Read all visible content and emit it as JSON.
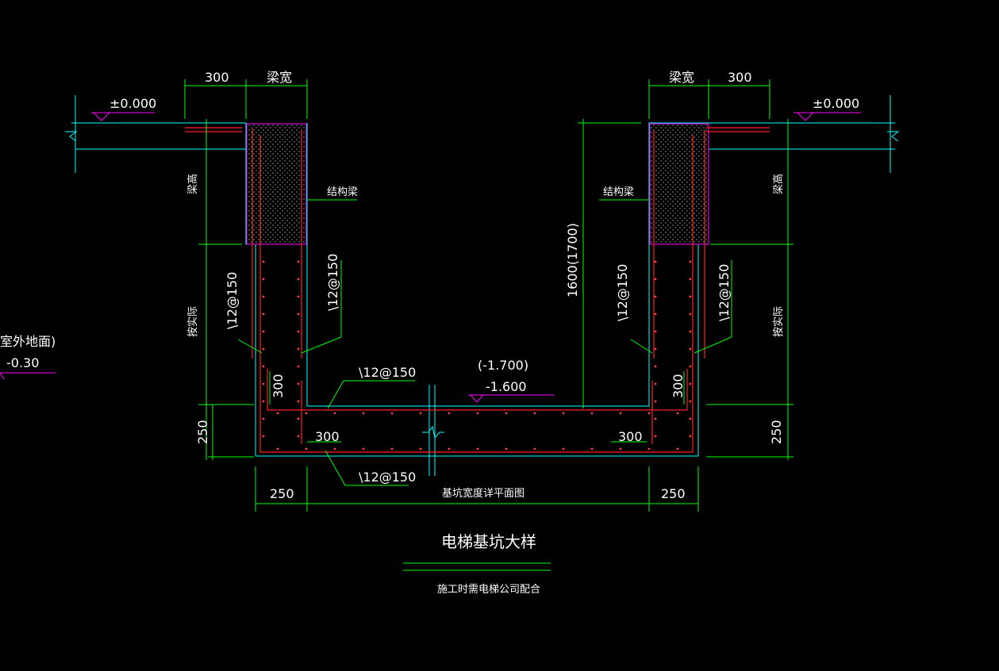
{
  "drawing": {
    "title": "电梯基坑大样",
    "note": "施工时需电梯公司配合",
    "plan_note": "基坑宽度详平面图",
    "level_zero": "±0.000",
    "level_outdoor_label": "室外地面)",
    "level_outdoor_value": "-0.30",
    "pit_level_alt": "(-1.700)",
    "pit_level": "-1.600",
    "depth_dim": "1600(1700)",
    "beam_label": "结构梁",
    "beam_width": "梁宽",
    "beam_height": "梁高",
    "by_design": "按实际",
    "rebar": "\\12@150",
    "dims": {
      "d300": "300",
      "d250": "250"
    }
  },
  "colors": {
    "background": "#000000",
    "structure": "#00ffff",
    "dimension": "#00ff00",
    "rebar": "#ff2020",
    "level_marker": "#ff00ff",
    "text": "#ffffff"
  }
}
